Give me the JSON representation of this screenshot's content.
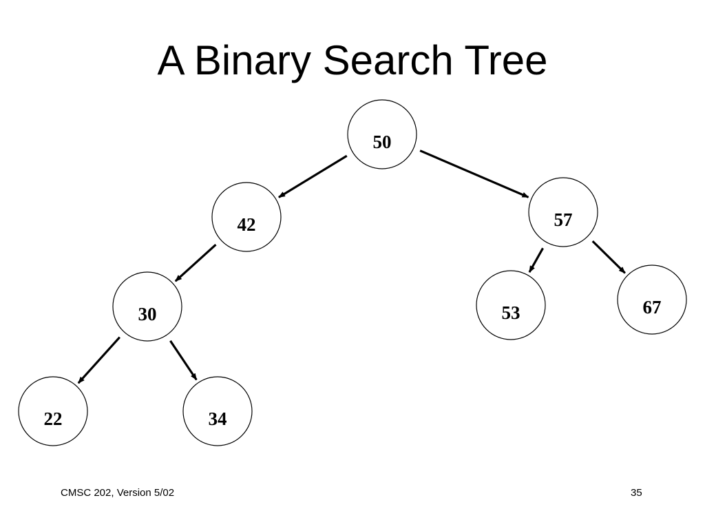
{
  "slide": {
    "title": "A Binary Search Tree",
    "footer_left": "CMSC 202, Version 5/02",
    "page_number": "35"
  },
  "tree": {
    "nodes": [
      {
        "id": "n50",
        "label": "50"
      },
      {
        "id": "n42",
        "label": "42"
      },
      {
        "id": "n57",
        "label": "57"
      },
      {
        "id": "n30",
        "label": "30"
      },
      {
        "id": "n53",
        "label": "53"
      },
      {
        "id": "n67",
        "label": "67"
      },
      {
        "id": "n22",
        "label": "22"
      },
      {
        "id": "n34",
        "label": "34"
      }
    ],
    "edges": [
      {
        "from": "n50",
        "to": "n42"
      },
      {
        "from": "n50",
        "to": "n57"
      },
      {
        "from": "n42",
        "to": "n30"
      },
      {
        "from": "n57",
        "to": "n53"
      },
      {
        "from": "n57",
        "to": "n67"
      },
      {
        "from": "n30",
        "to": "n22"
      },
      {
        "from": "n30",
        "to": "n34"
      }
    ]
  },
  "colors": {
    "background": "#ffffff",
    "ink": "#000000"
  }
}
